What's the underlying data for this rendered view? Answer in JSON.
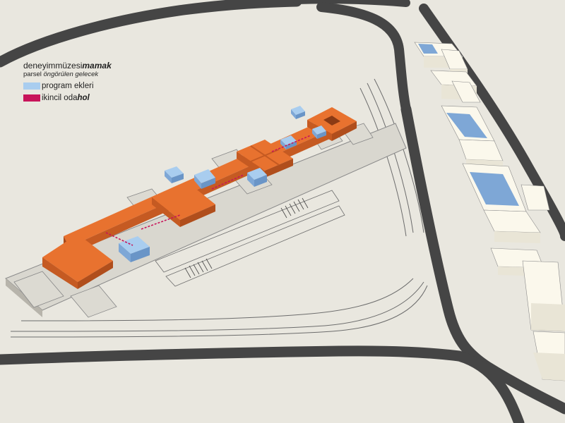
{
  "legend": {
    "title_light": "deneyimmüzesi",
    "title_bold": "mamak",
    "subtitle_plain": "parsel ",
    "subtitle_italic": "öngörülen gelecek",
    "items": [
      {
        "label_plain": "program ekleri",
        "label_bold": "",
        "color": "#a9cdef"
      },
      {
        "label_plain": "ikincil oda",
        "label_bold": "hol",
        "color": "#c8145a"
      }
    ]
  },
  "colors": {
    "ground": "#e9e7df",
    "road": "#454545",
    "building_orange": "#e8722f",
    "building_orange_dark": "#c55a22",
    "annex_blue": "#7ea7d6",
    "annex_blue_light": "#a9cdef",
    "white_block": "#fbf8ec",
    "dashed_hol": "#c8145a"
  }
}
